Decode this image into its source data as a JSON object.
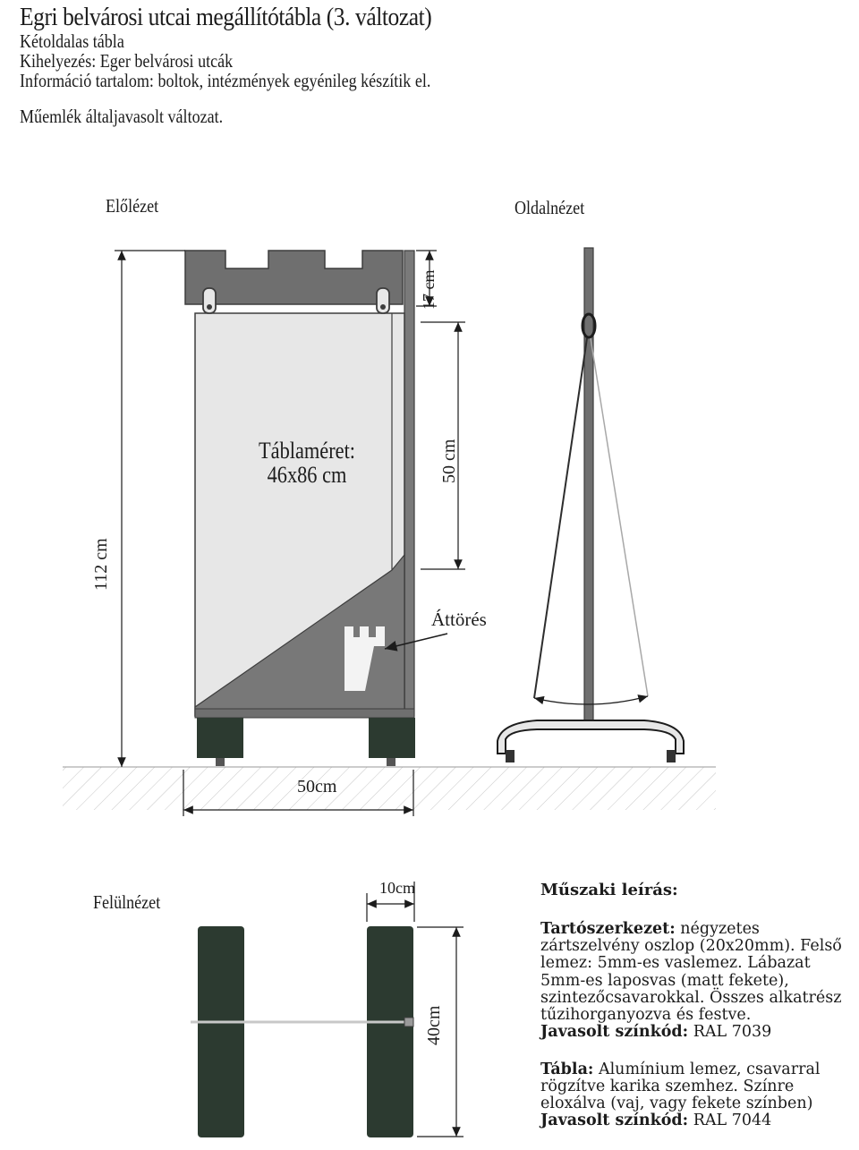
{
  "header": {
    "title": "Egri belvárosi utcai megállítótábla  (3. változat)",
    "line1": "Kétoldalas tábla",
    "line2": "Kihelyezés: Eger belvárosi utcák",
    "line3": "Információ tartalom: boltok, intézmények egyénileg készítik el.",
    "line4": "Műemlék általjavasolt változat."
  },
  "views": {
    "front": "Előlézet",
    "side": "Oldalnézet",
    "top": "Felülnézet"
  },
  "front": {
    "plate_label_1": "Táblaméret:",
    "plate_label_2": "46x86 cm",
    "cutout_label": "Áttörés"
  },
  "dimensions": {
    "total_height": "112 cm",
    "top_height": "17 cm",
    "plate_height": "50 cm",
    "base_width": "50cm",
    "foot_width": "10cm",
    "foot_length": "40cm"
  },
  "spec": {
    "title": "Műszaki leírás:",
    "frame_label": "Tartószerkezet:",
    "frame_text": " négyzetes zártszelvény oszlop (20x20mm). Felső lemez: 5mm-es vaslemez. Lábazat 5mm-es laposvas (matt fekete), szintezőcsavarokkal. Összes alkatrész tűzihorganyozva és festve.",
    "frame_color_label": "Javasolt színkód:",
    "frame_color_value": " RAL 7039",
    "plate_label": "Tábla:",
    "plate_text": " Alumínium lemez, csavarral rögzítve karika szemhez. Színre eloxálva (vaj, vagy fekete színben)",
    "plate_color_label": "Javasolt színkód:",
    "plate_color_value": " RAL 7044"
  },
  "colors": {
    "frame_grey": "#6f6f6f",
    "plate_light": "#e7e7e7",
    "foot_dark": "#2c3a30"
  }
}
